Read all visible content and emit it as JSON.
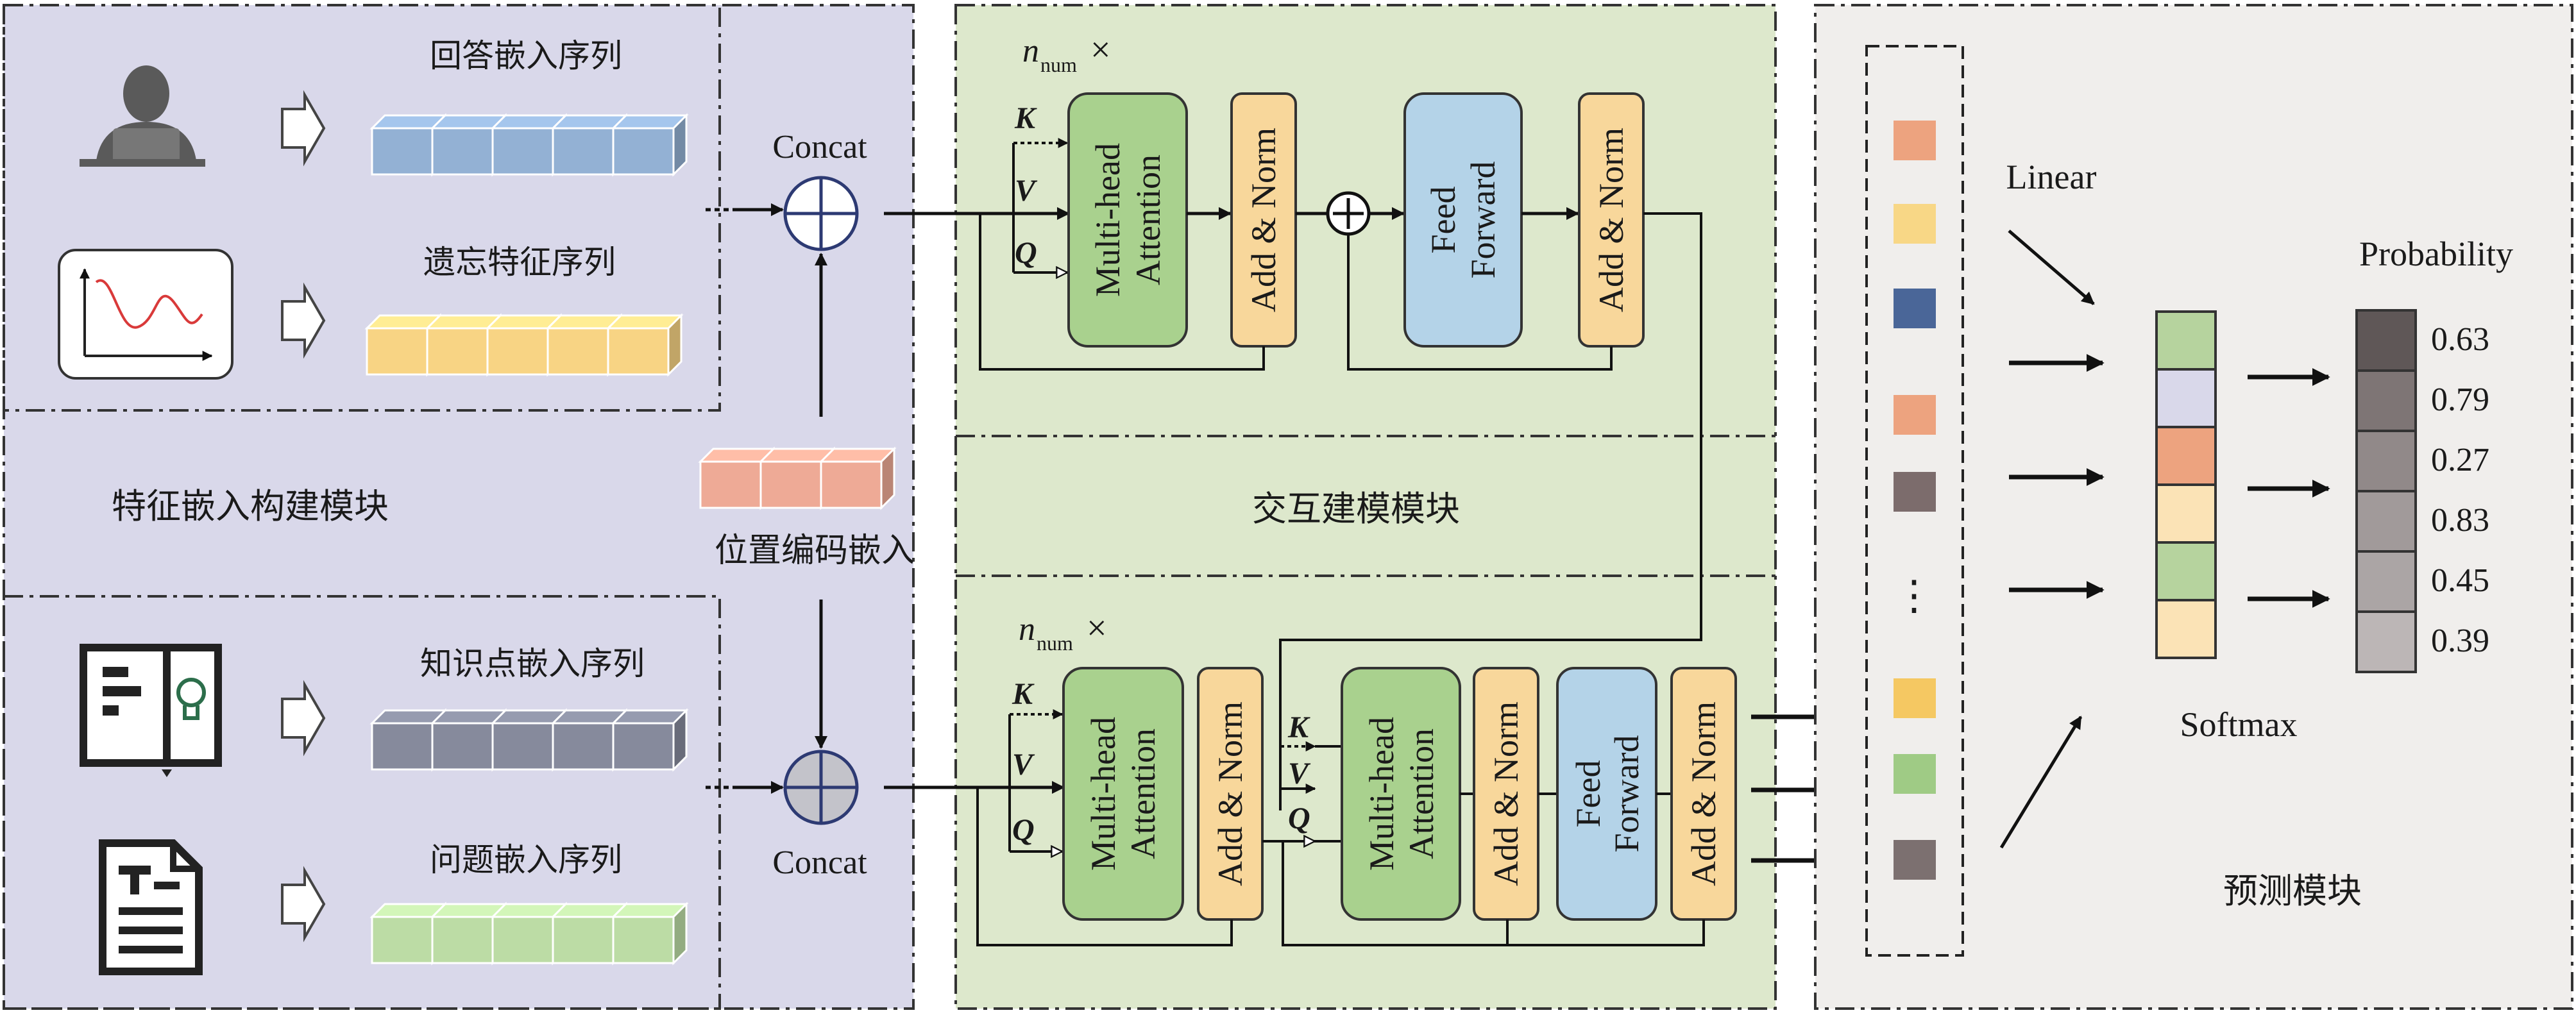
{
  "colors": {
    "feature_bg": "#d9d8ea",
    "interaction_bg": "#dde8cc",
    "prediction_bg": "#f0eeec",
    "answer_cube": "#93b1d4",
    "forget_cube": "#f8d484",
    "position_cube": "#eeaa96",
    "knowledge_cube": "#868a9c",
    "question_cube": "#bcdca5",
    "attention_block": "#a9d18e",
    "addnorm_block": "#f8d79b",
    "feedforward_block": "#b4d3e8",
    "line": "#111111"
  },
  "feature_module": {
    "label": "特征嵌入构建模块",
    "answer_seq": "回答嵌入序列",
    "forget_seq": "遗忘特征序列",
    "knowledge_seq": "知识点嵌入序列",
    "question_seq": "问题嵌入序列",
    "position_embed": "位置编码嵌入",
    "concat_top": "Concat",
    "concat_bottom": "Concat",
    "icons": [
      "student-laptop-icon",
      "forgetting-curve-icon",
      "open-book-bulb-icon",
      "question-document-icon"
    ]
  },
  "interaction_module": {
    "label": "交互建模模块",
    "repeat_n": "n",
    "repeat_sub": "num",
    "repeat_times": "×",
    "k": "K",
    "v": "V",
    "q": "Q",
    "mha_line1": "Multi-head",
    "mha_line2": "Attention",
    "add_norm": "Add & Norm",
    "ff_line1": "Feed",
    "ff_line2": "Forward"
  },
  "prediction_module": {
    "label": "预测模块",
    "linear": "Linear",
    "softmax": "Softmax",
    "probability": "Probability",
    "ellipsis": "⋮",
    "probabilities": [
      "0.63",
      "0.79",
      "0.27",
      "0.83",
      "0.45",
      "0.39"
    ],
    "embedding_colors": [
      "#eda37f",
      "#f8d786",
      "#4a6698",
      "#eda37f",
      "#7c6c6c",
      "#f5c862",
      "#9fcb85",
      "#7c7070"
    ],
    "linear_colors": [
      "#b6d39e",
      "#d9d8ea",
      "#eda37f",
      "#fbe3b6",
      "#b6d39e",
      "#fbe3b6"
    ],
    "prob_colors": [
      "#5f5757",
      "#7e7575",
      "#918989",
      "#a19a9a",
      "#aba5a5",
      "#bcb6b6"
    ]
  }
}
